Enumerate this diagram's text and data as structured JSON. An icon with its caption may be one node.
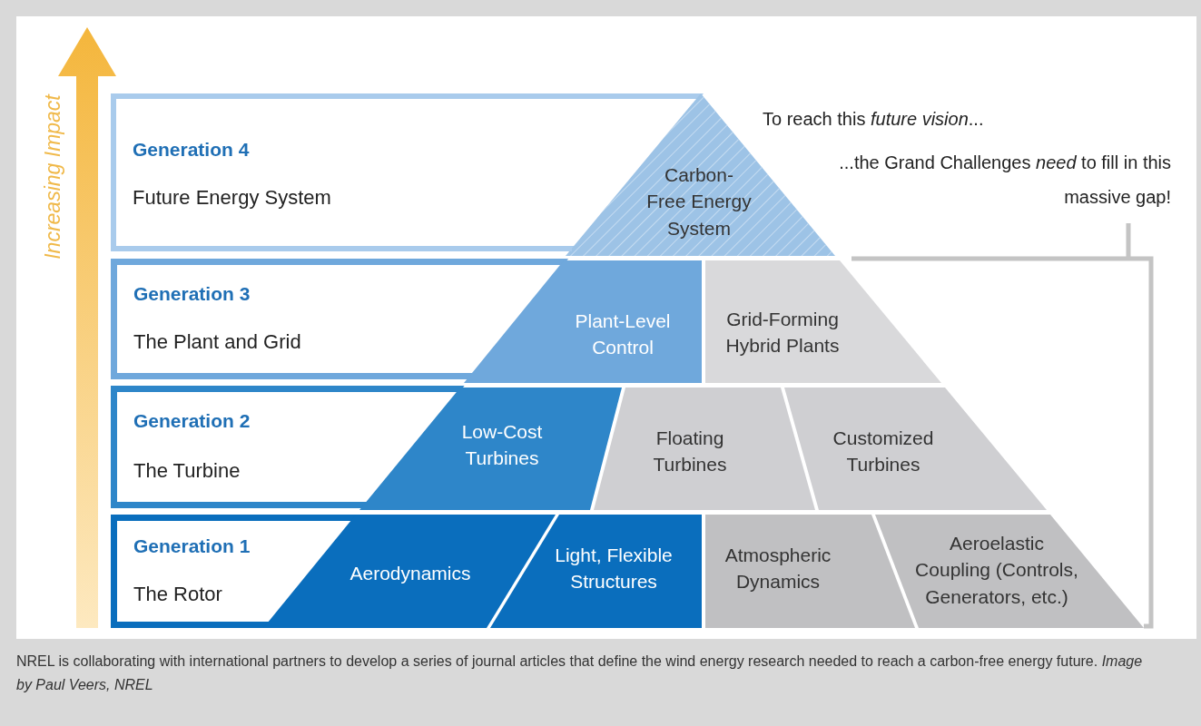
{
  "diagram": {
    "caption": "NREL is collaborating with international partners to develop a series of journal articles that define the wind energy research needed to reach a carbon-free energy future. *Image by Paul Veers, NREL*",
    "nodes": [
      {
        "text": [
          "Generation 4",
          "Future Energy System"
        ]
      },
      {
        "text": [
          "Generation 3",
          "The Plant and Grid"
        ]
      },
      {
        "text": [
          "Generation 2",
          "The Turbine"
        ]
      },
      {
        "text": [
          "Generation 1",
          "The Rotor"
        ]
      },
      {
        "text": [
          "Carbon- Free Energy System"
        ]
      },
      {
        "text": [
          "Plant-Level Control"
        ]
      },
      {
        "text": [
          "Grid-Forming Hybrid Plants"
        ]
      },
      {
        "text": [
          "Low-Cost Turbines"
        ]
      },
      {
        "text": [
          "Floating Turbines"
        ]
      },
      {
        "text": [
          "Customized Turbines"
        ]
      },
      {
        "text": [
          "Aerodynamics"
        ]
      },
      {
        "text": [
          "Light, Flexible Structures"
        ]
      },
      {
        "text": [
          "Atmospheric Dynamics"
        ]
      },
      {
        "text": [
          "Aeroelastic Coupling (Controls, Generators, etc.)"
        ]
      }
    ],
    "edges": [],
    "labels": [
      "Increasing Impact",
      "To reach this *future vision*...",
      "...the Grand Challenges *need* to fill in this massive gap!"
    ]
  }
}
